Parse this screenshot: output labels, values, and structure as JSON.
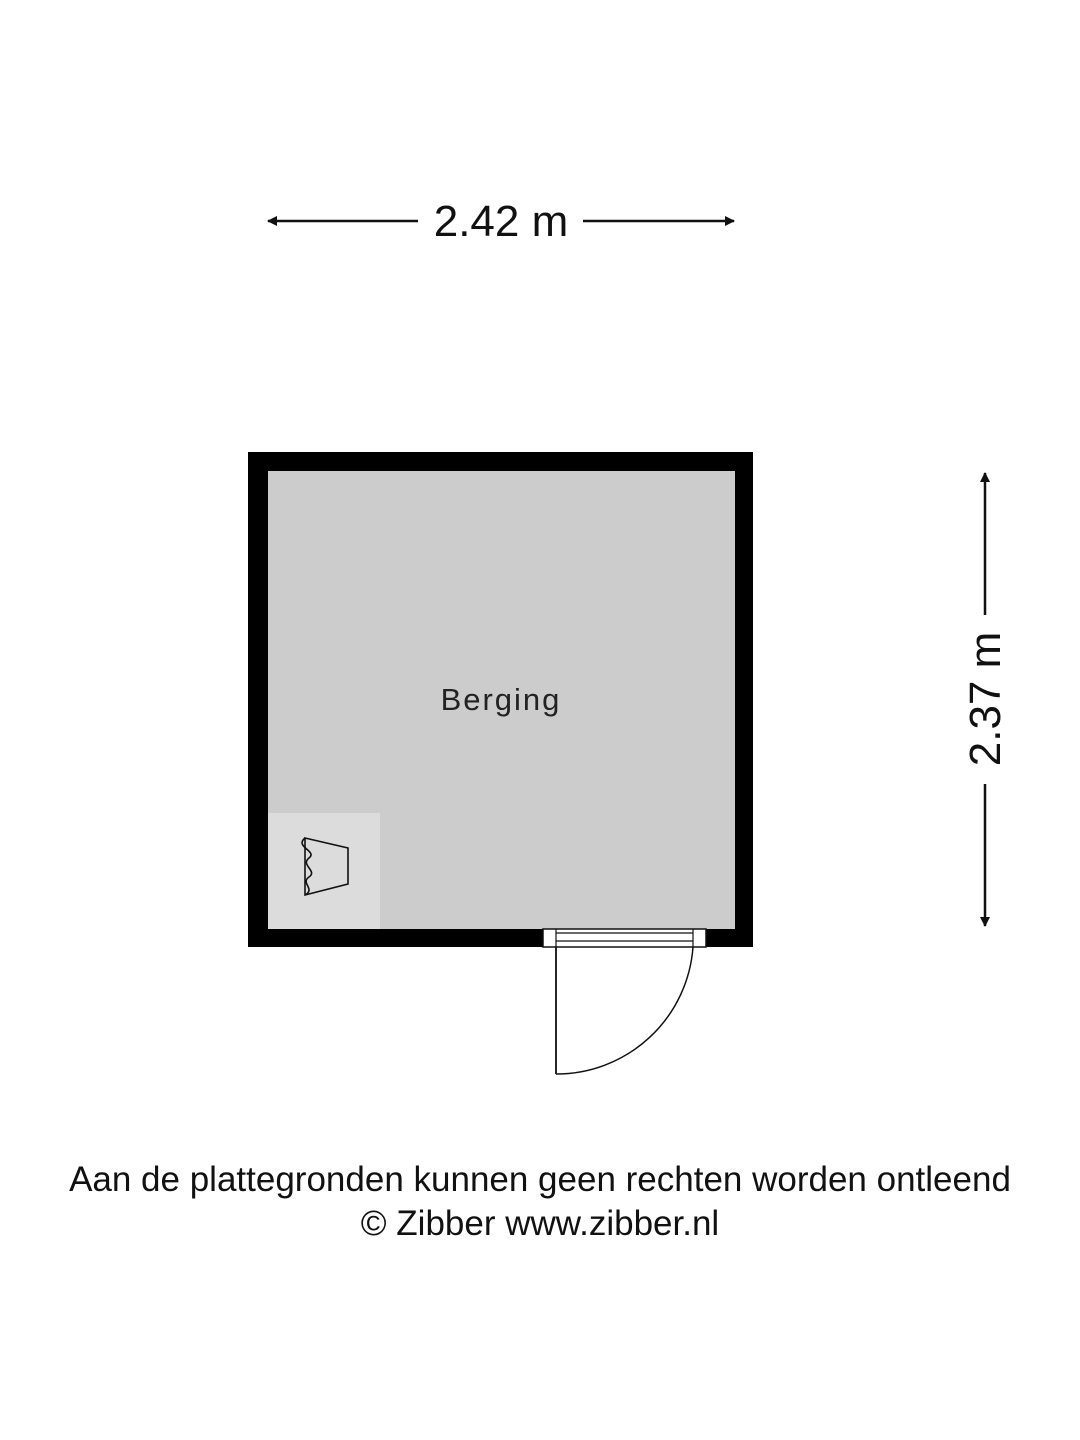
{
  "floorplan": {
    "width_label": "2.42 m",
    "height_label": "2.37 m",
    "room_name": "Berging",
    "fixture_icon": "bucket-icon"
  },
  "footer": {
    "disclaimer": "Aan de plattegronden kunnen geen rechten worden ontleend",
    "copyright": "© Zibber www.zibber.nl"
  },
  "colors": {
    "wall": "#000000",
    "floor": "#cccccc",
    "fixture_area": "#dcdcdc",
    "text": "#111111"
  }
}
